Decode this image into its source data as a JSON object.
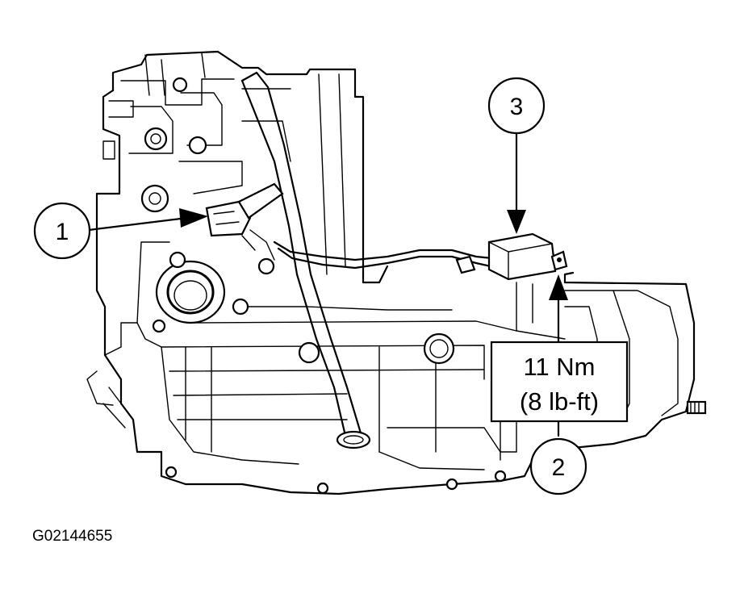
{
  "callouts": {
    "one": "1",
    "two": "2",
    "three": "3"
  },
  "torque": {
    "line1": "11 Nm",
    "line2": "(8 lb-ft)"
  },
  "figure_id": "G02144655"
}
